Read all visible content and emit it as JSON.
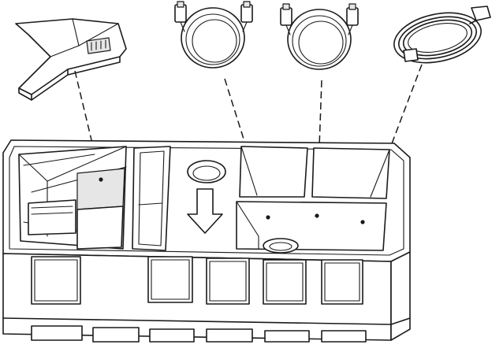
{
  "figure": {
    "kind": "monitor packaging contents diagram",
    "items": [
      {
        "name": "monitor-stand-base",
        "icon": "stand-base-icon"
      },
      {
        "name": "cable-one",
        "icon": "cable-icon"
      },
      {
        "name": "cable-two",
        "icon": "cable-icon"
      },
      {
        "name": "power-cord",
        "icon": "power-cord-icon"
      }
    ],
    "foam_tray": {
      "compartments": 4,
      "arrow": "down"
    },
    "colors": {
      "line": "#1a1a1a",
      "background": "#ffffff",
      "shade": "#e6e6e6"
    }
  }
}
